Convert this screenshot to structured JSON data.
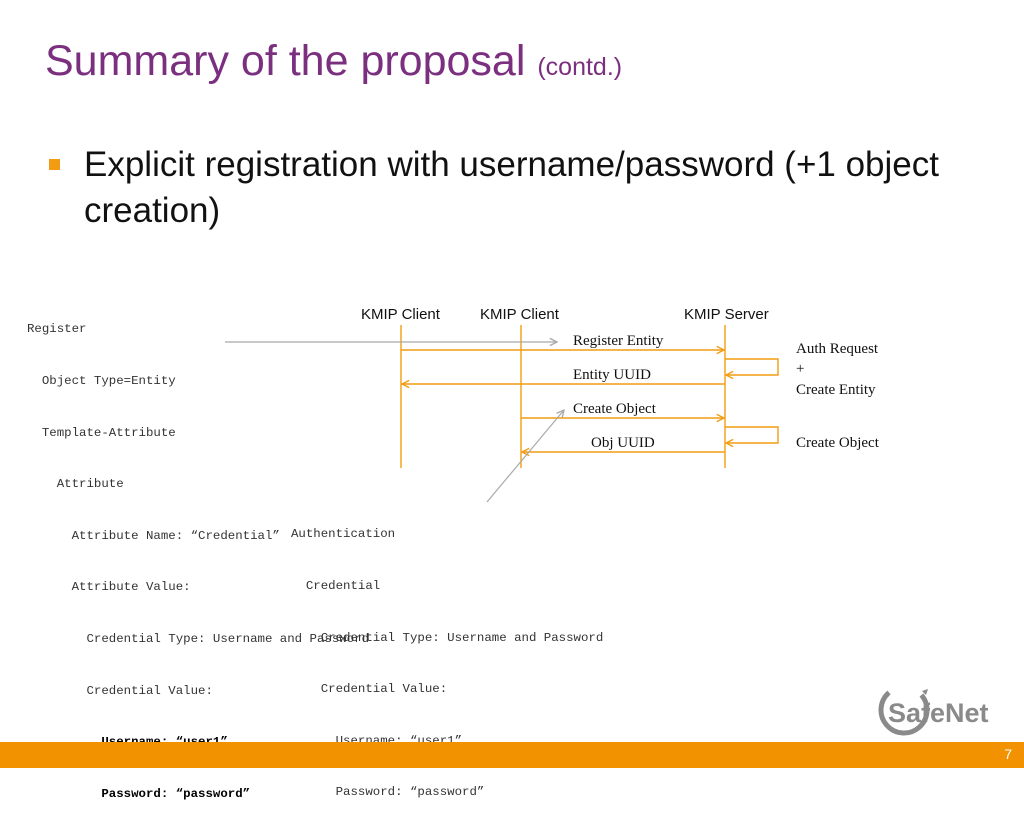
{
  "slide": {
    "title": "Summary of the proposal",
    "title_suffix": "(contd.)",
    "bullet": "Explicit registration with username/password (+1 object creation)",
    "page_number": "7",
    "logo_text": "SafeNet"
  },
  "register_block": {
    "lines": [
      "Register",
      "  Object Type=Entity",
      "  Template-Attribute",
      "    Attribute",
      "      Attribute Name: “Credential”",
      "      Attribute Value:",
      "        Credential Type: Username and Password",
      "        Credential Value:",
      "          Username: “user1”",
      "          Password: “password”"
    ]
  },
  "auth_block": {
    "lines": [
      "Authentication",
      "  Credential",
      "    Credential Type: Username and Password",
      "    Credential Value:",
      "      Username: “user1”",
      "      Password: “password”"
    ]
  },
  "diagram": {
    "lifelines": [
      "KMIP Client",
      "KMIP Client",
      "KMIP Server"
    ],
    "messages": [
      "Register Entity",
      "Entity UUID",
      "Create Object",
      "Obj UUID"
    ],
    "server_actions": {
      "first": [
        "Auth Request",
        "+",
        "Create Entity"
      ],
      "second": "Create Object"
    },
    "accent_color": "#f39c12",
    "arrow_gray": "#a9a9a9"
  }
}
